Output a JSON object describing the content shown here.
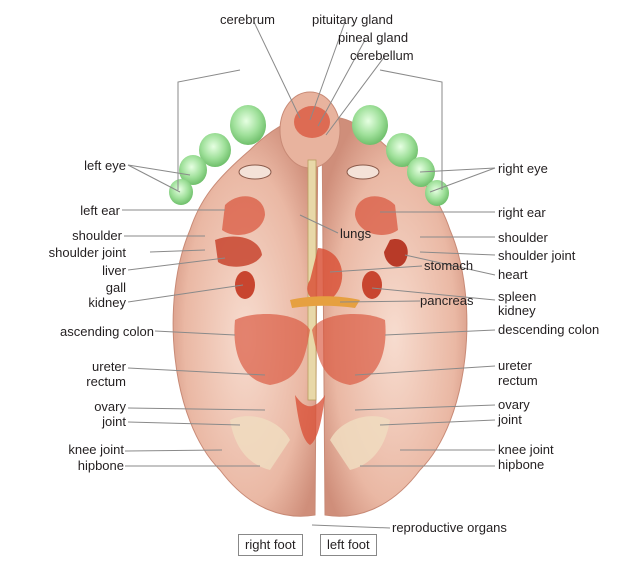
{
  "labels": {
    "top": {
      "cerebrum": "cerebrum",
      "pituitary_gland": "pituitary gland",
      "pineal_gland": "pineal gland",
      "cerebellum": "cerebellum"
    },
    "left": {
      "left_eye": "left eye",
      "left_ear": "left ear",
      "shoulder": "shoulder",
      "shoulder_joint": "shoulder joint",
      "liver": "liver",
      "gall": "gall",
      "kidney": "kidney",
      "ascending_colon": "ascending colon",
      "ureter": "ureter",
      "rectum": "rectum",
      "ovary": "ovary",
      "joint": "joint",
      "knee_joint": "knee joint",
      "hipbone": "hipbone"
    },
    "right": {
      "right_eye": "right eye",
      "right_ear": "right ear",
      "shoulder": "shoulder",
      "shoulder_joint": "shoulder joint",
      "heart": "heart",
      "spleen": "spleen",
      "kidney": "kidney",
      "descending_colon": "descending colon",
      "ureter": "ureter",
      "rectum": "rectum",
      "ovary": "ovary",
      "joint": "joint",
      "knee_joint": "knee joint",
      "hipbone": "hipbone"
    },
    "center": {
      "lungs": "lungs",
      "stomach": "stomach",
      "pancreas": "pancreas"
    },
    "bottom": {
      "reproductive_organs": "reproductive organs"
    }
  },
  "buttons": {
    "right_foot": "right foot",
    "left_foot": "left foot"
  },
  "colors": {
    "skin": "#f2c9b8",
    "skin_shadow": "#d99a86",
    "organ": "#d9533a",
    "toe_highlight": "#9fe09a",
    "leader_line": "#8a8a8a"
  }
}
